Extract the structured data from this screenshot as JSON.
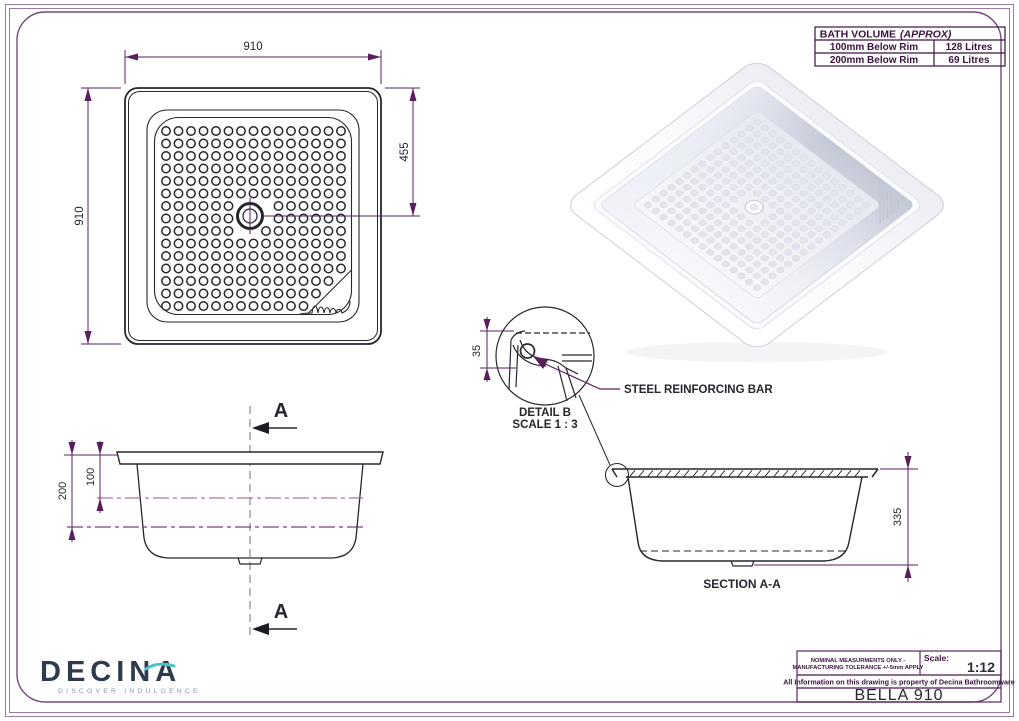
{
  "volume_table": {
    "title": "BATH VOLUME",
    "title_note": "(APPROX)",
    "rows": [
      {
        "label": "100mm Below Rim",
        "value": "128 Litres"
      },
      {
        "label": "200mm Below Rim",
        "value": "69 Litres"
      }
    ]
  },
  "plan_view": {
    "dim_width": "910",
    "dim_height": "910",
    "dim_to_drain": "455"
  },
  "front_view": {
    "dim_outer": "200",
    "dim_inner": "100",
    "section_letter_top": "A",
    "section_letter_bottom": "A"
  },
  "detail_view": {
    "dim": "35",
    "callout": "STEEL REINFORCING BAR",
    "caption_line1": "DETAIL B",
    "caption_line2": "SCALE 1 : 3"
  },
  "section_view": {
    "dim": "335",
    "caption": "SECTION A-A"
  },
  "title_block": {
    "tolerance_line1": "NOMINAL MEASURMENTS ONLY -",
    "tolerance_line2": "MANUFACTURING TOLERANCE +/-5mm APPLY",
    "scale_label": "Scale:",
    "scale_value": "1:12",
    "property_note": "All Information on this drawing is property of Decina Bathroomware",
    "product_name": "BELLA 910"
  },
  "brand": {
    "name": "DECINA",
    "tagline": "DISCOVER INDULGENCE"
  },
  "colors": {
    "dim_purple": "#5a1e5c",
    "light_magenta": "#96569a",
    "ink": "#26262e",
    "table_purple": "#3b1240",
    "brand_navy": "#2e3a4d",
    "brand_teal": "#4cc4c7"
  }
}
